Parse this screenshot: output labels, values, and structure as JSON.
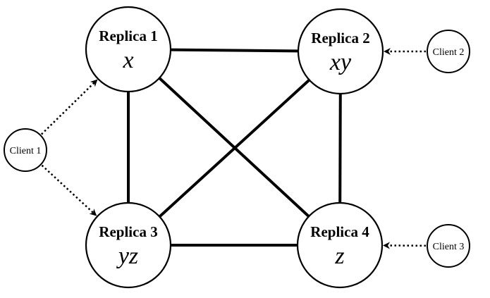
{
  "replicas": [
    {
      "id": "r1",
      "name": "Replica 1",
      "value": "x"
    },
    {
      "id": "r2",
      "name": "Replica 2",
      "value": "xy"
    },
    {
      "id": "r3",
      "name": "Replica 3",
      "value": "yz"
    },
    {
      "id": "r4",
      "name": "Replica 4",
      "value": "z"
    }
  ],
  "clients": [
    {
      "id": "c1",
      "label": "Client 1"
    },
    {
      "id": "c2",
      "label": "Client 2"
    },
    {
      "id": "c3",
      "label": "Client 3"
    }
  ],
  "edges": [
    {
      "from": "r1",
      "to": "r2"
    },
    {
      "from": "r1",
      "to": "r3"
    },
    {
      "from": "r1",
      "to": "r4"
    },
    {
      "from": "r2",
      "to": "r3"
    },
    {
      "from": "r2",
      "to": "r4"
    },
    {
      "from": "r3",
      "to": "r4"
    }
  ],
  "client_links": [
    {
      "from": "c1",
      "to": "r1"
    },
    {
      "from": "c1",
      "to": "r3"
    },
    {
      "from": "c2",
      "to": "r2"
    },
    {
      "from": "c3",
      "to": "r4"
    }
  ]
}
